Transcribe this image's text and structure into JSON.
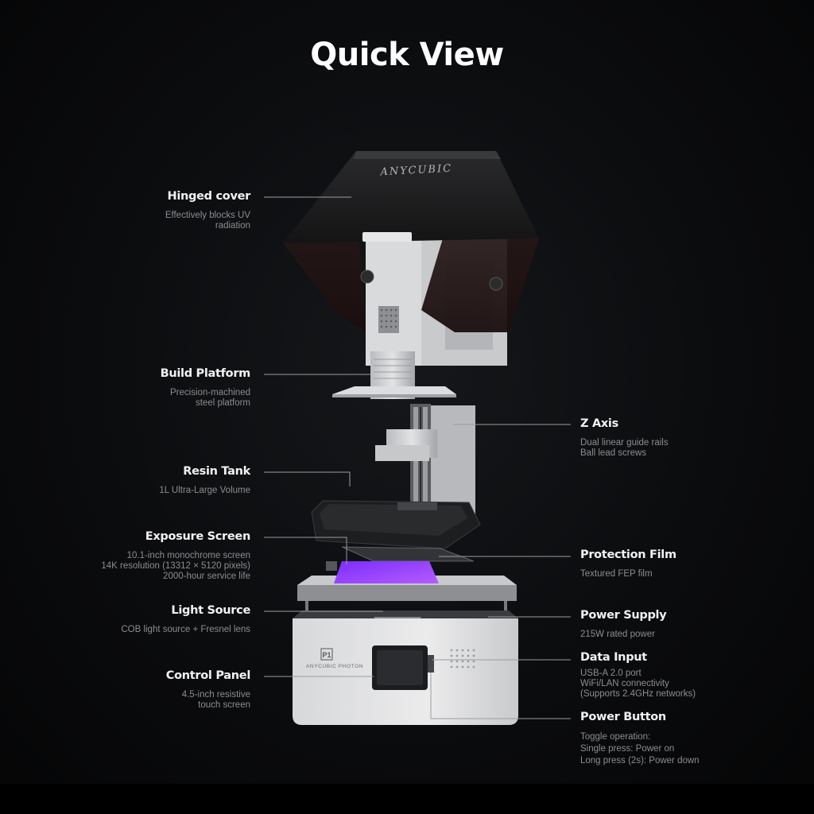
{
  "page": {
    "title": "Quick View"
  },
  "printer": {
    "cover_brand": "ANYCUBIC",
    "base_badge": "P1",
    "base_brand": "ANYCUBIC PHOTON"
  },
  "callouts": {
    "hinged_cover": {
      "title": "Hinged cover",
      "desc": [
        "Effectively blocks UV",
        "radiation"
      ]
    },
    "build_platform": {
      "title": "Build Platform",
      "desc": [
        "Precision-machined",
        "steel platform"
      ]
    },
    "resin_tank": {
      "title": "Resin Tank",
      "desc": [
        "1L Ultra-Large Volume"
      ]
    },
    "exposure_screen": {
      "title": "Exposure Screen",
      "desc": [
        "10.1-inch monochrome screen",
        "14K resolution (13312 × 5120 pixels)",
        "2000-hour service life"
      ]
    },
    "light_source": {
      "title": "Light Source",
      "desc": [
        "COB light source  + Fresnel lens"
      ]
    },
    "control_panel": {
      "title": "Control Panel",
      "desc": [
        "4.5-inch resistive",
        "touch screen"
      ]
    },
    "z_axis": {
      "title": "Z Axis",
      "desc": [
        "Dual linear guide rails",
        "Ball lead screws"
      ]
    },
    "protection_film": {
      "title": "Protection Film",
      "desc": [
        "Textured FEP film"
      ]
    },
    "power_supply": {
      "title": "Power Supply",
      "desc": [
        "215W rated power"
      ]
    },
    "data_input": {
      "title": "Data Input",
      "desc": [
        "USB-A 2.0 port",
        "WiFi/LAN connectivity",
        "(Supports 2.4GHz networks)"
      ]
    },
    "power_button": {
      "title": "Power Button",
      "desc": [
        "Toggle operation:",
        "Single press: Power on",
        "Long press (2s): Power down"
      ]
    }
  },
  "colors": {
    "background": "#0b0c0e",
    "heading": "#f2f2f2",
    "description": "#8b8d90",
    "exposure_glow": "#9b4dff",
    "leader_line": "#9a9ca0"
  }
}
